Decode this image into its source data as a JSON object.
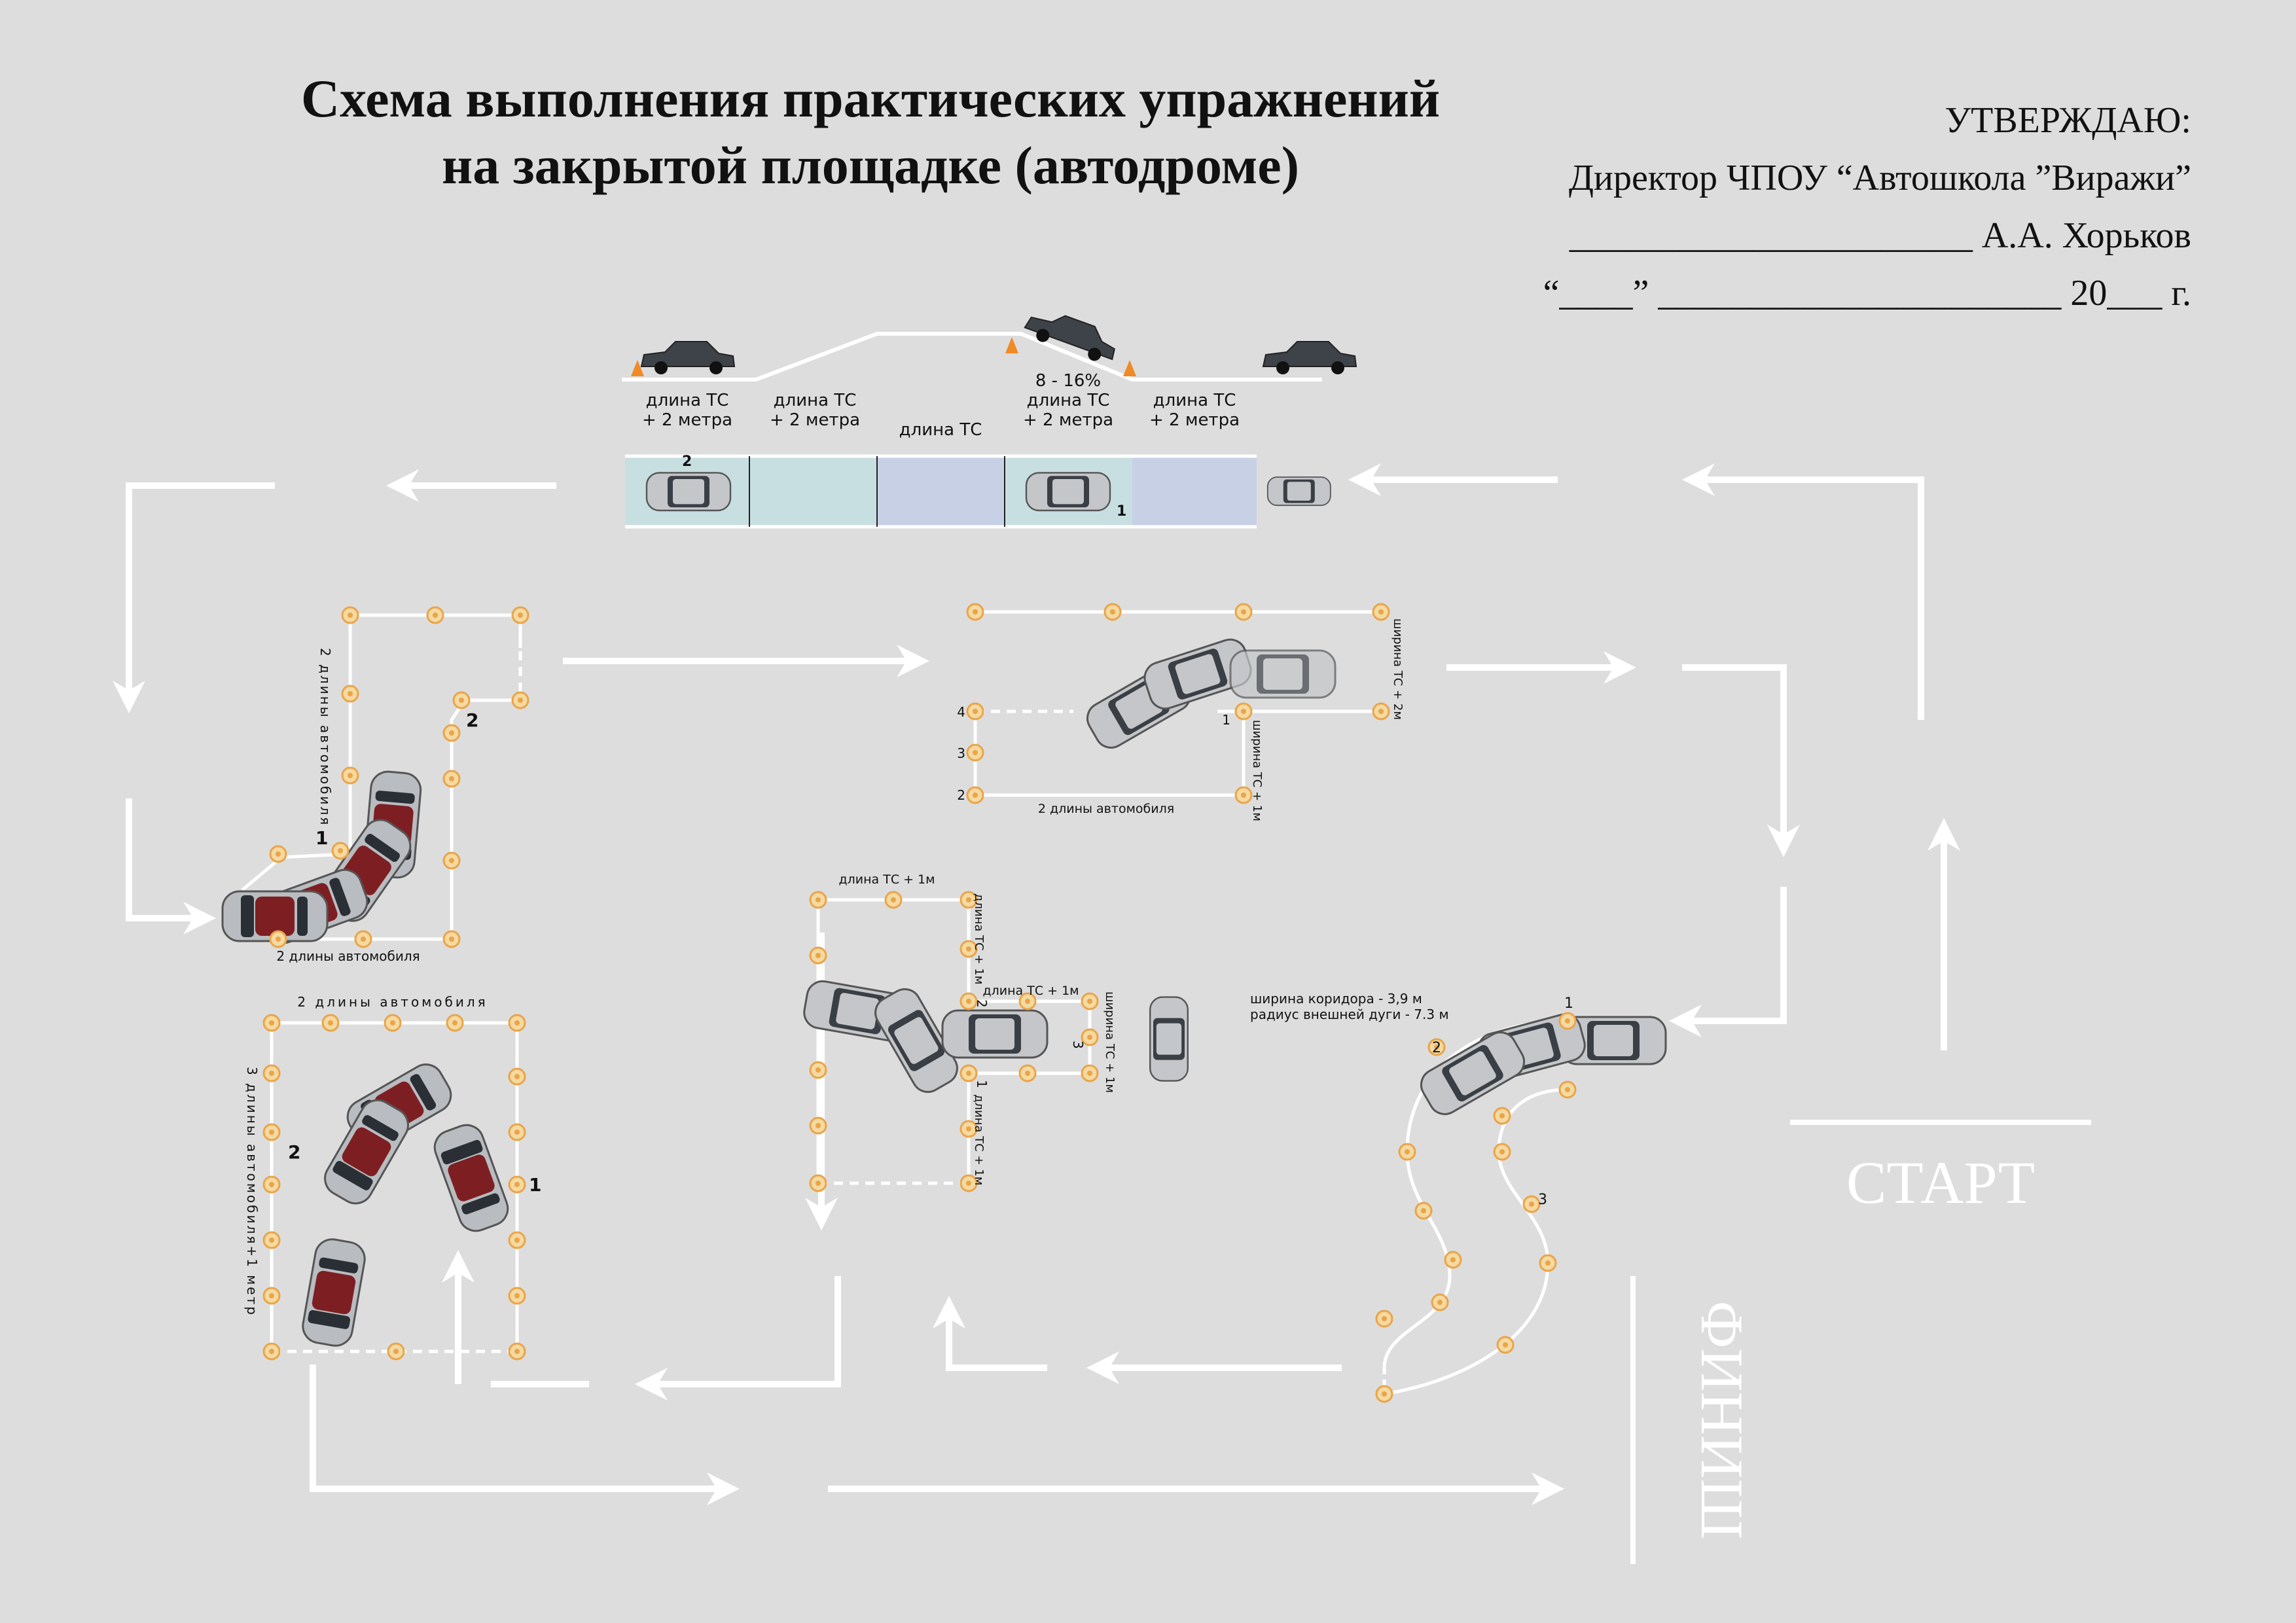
{
  "header": {
    "title_line1": "Схема выполнения практических упражнений",
    "title_line2": "на закрытой площадке (автодроме)",
    "approve_1": "УТВЕРЖДАЮ:",
    "approve_2": "Директор ЧПОУ “Автошкола ”Виражи”",
    "approve_3": "______________________ А.А. Хорьков",
    "approve_4": "“____” ______________________ 20___ г."
  },
  "start_label": "СТАРТ",
  "finish_label": "ФИНИШ",
  "hill": {
    "labels": [
      "длина ТС\n+ 2 метра",
      "длина ТС\n+ 2 метра",
      "длина ТС",
      "8 - 16%\nдлина ТС\n+ 2 метра",
      "длина ТС\n+ 2 метра"
    ],
    "marker_1": "1",
    "marker_2": "2"
  },
  "garage": {
    "left_label": "2 длины автомобиля",
    "bottom_label": "2 длины автомобиля",
    "marker_1": "1",
    "marker_2": "2"
  },
  "parking": {
    "bottom_label": "2 длины автомобиля",
    "right_label_top": "ширина ТС + 2м",
    "right_label_bottom": "ширина ТС + 1м",
    "numbers": [
      "4",
      "3",
      "2",
      "1"
    ]
  },
  "parallel": {
    "top_label": "2 длины автомобиля",
    "left_label": "3 длины автомобиля+1 метр",
    "marker_1": "1",
    "marker_2": "2"
  },
  "turnaround": {
    "top_label": "длина ТС + 1м",
    "side_label": "длина ТС + 1м",
    "mid_label": "длина ТС + 1м",
    "right_label": "ширина ТС + 1м",
    "lower_label": "длина ТС + 1м",
    "numbers": [
      "1",
      "2",
      "3"
    ]
  },
  "snake": {
    "label_1": "ширина коридора - 3,9 м",
    "label_2": "радиус внешней дуги - 7.3 м",
    "numbers": [
      "1",
      "2",
      "3"
    ]
  }
}
